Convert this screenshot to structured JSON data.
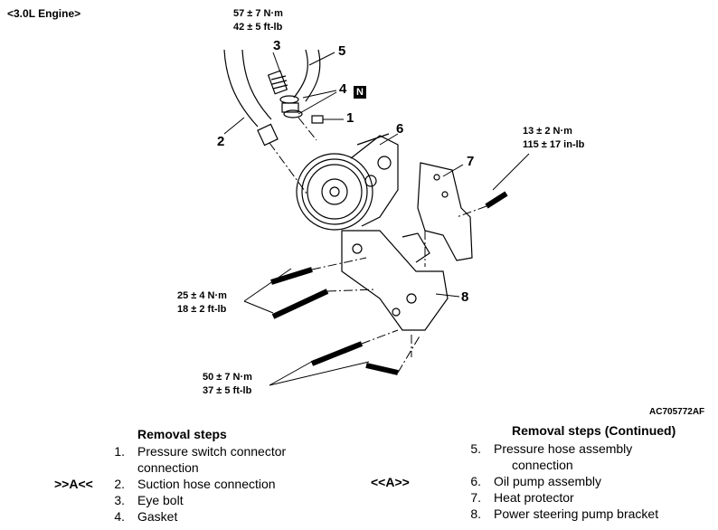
{
  "engine_label": "<3.0L Engine>",
  "figure_id": "AC705772AF",
  "torques": {
    "t1": [
      "57 ± 7 N·m",
      "42 ± 5 ft-lb"
    ],
    "t2": [
      "13 ± 2 N·m",
      "115 ± 17 in-lb"
    ],
    "t3": [
      "25 ± 4 N·m",
      "18 ± 2 ft-lb"
    ],
    "t4": [
      "50 ± 7 N·m",
      "37 ± 5 ft-lb"
    ]
  },
  "callouts": [
    "1",
    "2",
    "3",
    "4",
    "5",
    "6",
    "7",
    "8"
  ],
  "n_badge": "N",
  "left_steps": {
    "title": "Removal steps",
    "items": [
      {
        "prefix": "",
        "num": "1.",
        "text": "Pressure switch connector",
        "text2": "connection"
      },
      {
        "prefix": ">>A<<",
        "num": "2.",
        "text": "Suction hose connection",
        "text2": ""
      },
      {
        "prefix": "",
        "num": "3.",
        "text": "Eye bolt",
        "text2": ""
      },
      {
        "prefix": "",
        "num": "4.",
        "text": "Gasket",
        "text2": ""
      }
    ]
  },
  "right_steps": {
    "title": "Removal steps (Continued)",
    "marker": "<<A>>",
    "items": [
      {
        "num": "5.",
        "text": "Pressure hose assembly",
        "text2": "connection"
      },
      {
        "num": "6.",
        "text": "Oil pump assembly",
        "text2": ""
      },
      {
        "num": "7.",
        "text": "Heat protector",
        "text2": ""
      },
      {
        "num": "8.",
        "text": "Power steering pump bracket",
        "text2": ""
      }
    ]
  }
}
